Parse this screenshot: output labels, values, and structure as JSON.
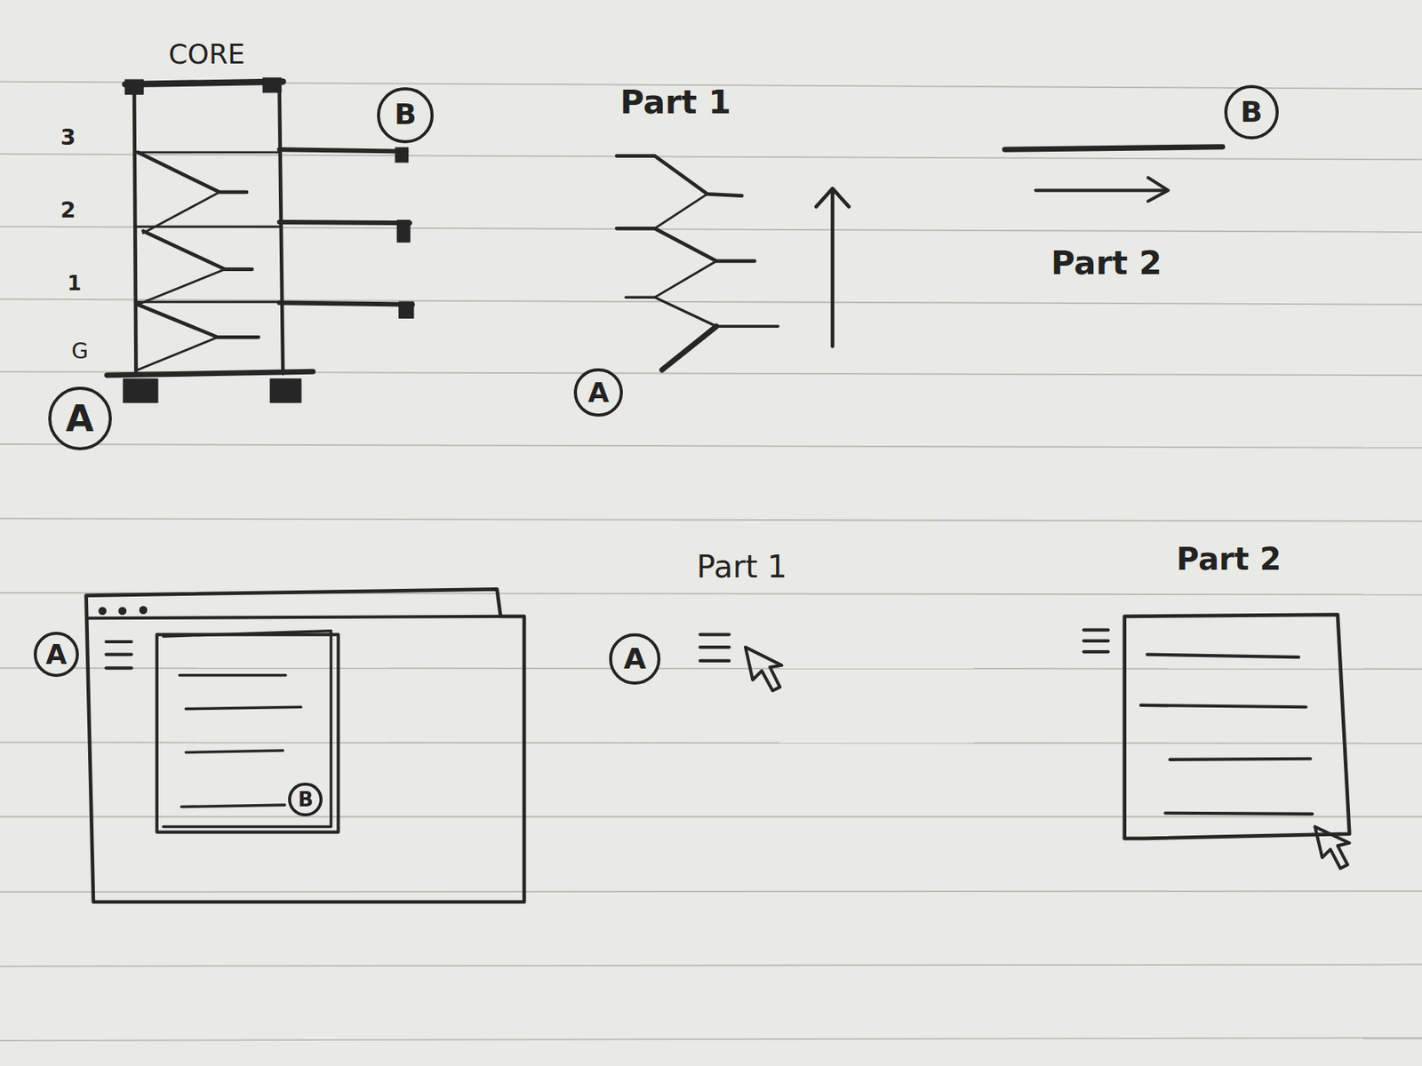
{
  "diagram": {
    "nodes": [
      {
        "text": [
          "B"
        ]
      },
      {
        "text": [
          "B"
        ]
      },
      {
        "text": [
          "A"
        ]
      },
      {
        "text": [
          "A"
        ]
      },
      {
        "text": [
          "A"
        ]
      },
      {
        "text": [
          "A"
        ]
      },
      {
        "text": [
          "B"
        ]
      }
    ],
    "labels": [
      "CORE",
      "3",
      "2",
      "1",
      "G",
      "Part 1",
      "Part 2",
      "Part 1",
      "Part 2"
    ]
  }
}
